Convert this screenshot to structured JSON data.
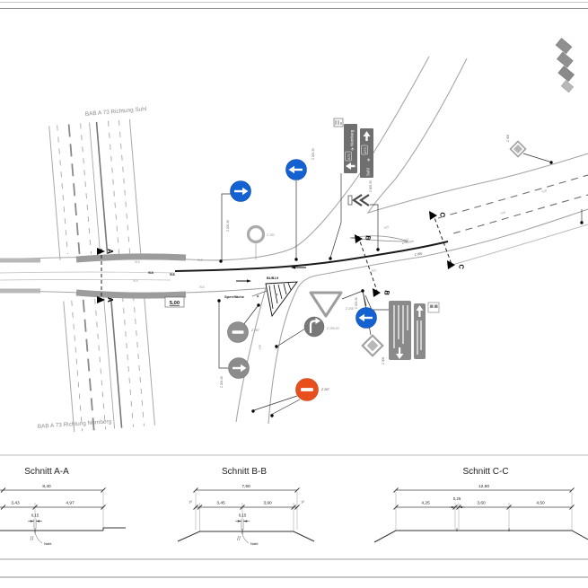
{
  "plan": {
    "highway_label_top": "BAB A 73 Richtung Suhl",
    "highway_label_bottom": "BAB A 73 Richtung Nürnberg",
    "sperrflaeche_label": "Sperrfläche",
    "marking_note": "B1/B1.9",
    "clearance_dim": "5,00",
    "solid_line_label": "Z 295",
    "taper_label": "L=43,0m",
    "letters": {
      "a": "A",
      "b": "B",
      "c": "C"
    },
    "boards": {
      "dest_left": "Nürnberg",
      "dest_right": "Suhl",
      "shield": "A73",
      "airport_icon": "✈"
    },
    "sign_labels": {
      "blue_right": "Z 209-30",
      "blue_top": "Z 209-30",
      "blue_left": "Z 209-30",
      "gray_right": "Z 209-30",
      "turn_right": "Z 209-20",
      "yield": "Z 205",
      "ring": "Z 280",
      "diamond": "Z 306",
      "diamond_ne": "Z 306",
      "no_entry_gray": "Z 267",
      "no_entry_orange": "Z 267",
      "chevron": "Z 605-30"
    },
    "road_labels": [
      {
        "t": "915"
      },
      {
        "t": "918"
      },
      {
        "t": "916"
      },
      {
        "t": "915"
      },
      {
        "t": "915"
      },
      {
        "t": "915"
      },
      {
        "t": "915"
      },
      {
        "t": "918"
      },
      {
        "t": "915"
      },
      {
        "t": "918"
      },
      {
        "t": "915"
      },
      {
        "t": "915"
      },
      {
        "t": "915"
      }
    ]
  },
  "sections": {
    "a": {
      "title": "Schnitt A-A",
      "total": "8,40",
      "d1": "3,43",
      "d2": "4,97",
      "seam_width": "0,15",
      "seam_label": "Naht"
    },
    "b": {
      "title": "Schnitt B-B",
      "total": "7,50",
      "d1": "3,45",
      "d2": "3,90",
      "seam_width": "0,15",
      "seam_label": "Naht",
      "edge_base": "7",
      "edge_sup": "5"
    },
    "c": {
      "title": "Schnitt C-C",
      "total": "12,60",
      "d1": "4,25",
      "d2": "0,25",
      "d3": "3,60",
      "d4": "4,50"
    }
  }
}
